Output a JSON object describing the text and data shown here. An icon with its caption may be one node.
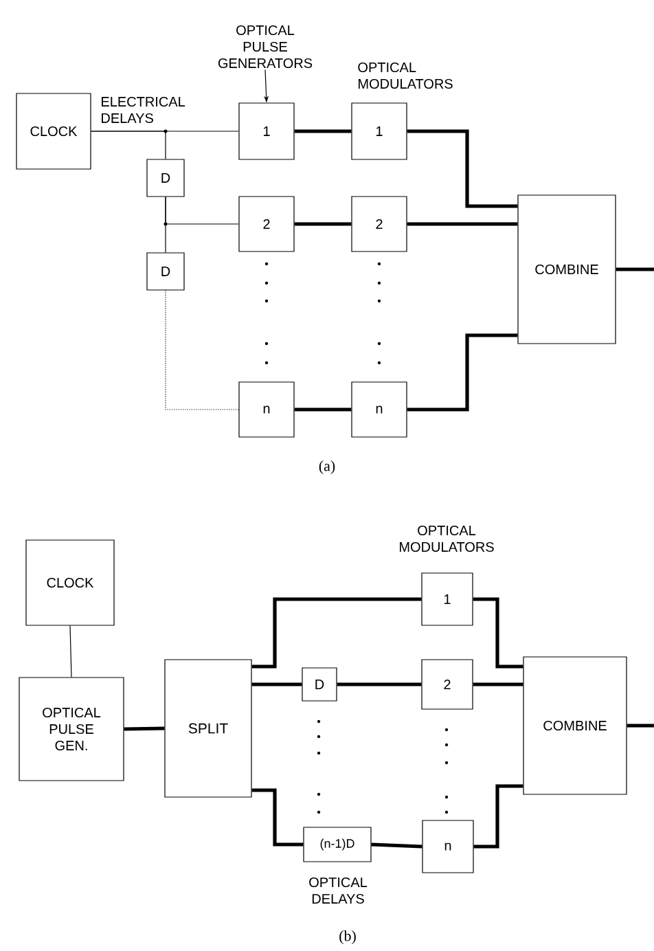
{
  "diagram": {
    "nodes": [
      {
        "text": [
          "OPTICAL PULSE GENERATORS"
        ]
      },
      {
        "text": [
          "CLOCK"
        ]
      },
      {
        "text": [
          "D"
        ]
      },
      {
        "text": [
          "D"
        ]
      },
      {
        "text": [
          "1"
        ]
      },
      {
        "text": [
          "2"
        ]
      },
      {
        "text": [
          "n"
        ]
      },
      {
        "text": [
          "1"
        ]
      },
      {
        "text": [
          "2"
        ]
      },
      {
        "text": [
          "n"
        ]
      },
      {
        "text": [
          "COMBINE"
        ]
      },
      {
        "text": [
          "CLOCK"
        ]
      },
      {
        "text": [
          "OPTICAL PULSE GEN."
        ]
      },
      {
        "text": [
          "SPLIT"
        ]
      },
      {
        "text": [
          "1"
        ]
      },
      {
        "text": [
          "D"
        ]
      },
      {
        "text": [
          "2"
        ]
      },
      {
        "text": [
          "(n-1)D"
        ]
      },
      {
        "text": [
          "n"
        ]
      },
      {
        "text": [
          "COMBINE"
        ]
      }
    ],
    "edges": [
      {
        "from": 0,
        "to": 4,
        "arrow": "to"
      },
      {
        "from": 1,
        "to": 4,
        "arrow": "none"
      },
      {
        "from": 1,
        "to": 2,
        "arrow": "none"
      },
      {
        "from": 2,
        "to": 5,
        "arrow": "none"
      },
      {
        "from": 2,
        "to": 3,
        "arrow": "none"
      },
      {
        "from": 3,
        "to": 6,
        "arrow": "none",
        "style": "dashed"
      },
      {
        "from": 4,
        "to": 7,
        "arrow": "none"
      },
      {
        "from": 5,
        "to": 8,
        "arrow": "none"
      },
      {
        "from": 6,
        "to": 9,
        "arrow": "none"
      },
      {
        "from": 7,
        "to": 10,
        "arrow": "none"
      },
      {
        "from": 8,
        "to": 10,
        "arrow": "none"
      },
      {
        "from": 9,
        "to": 10,
        "arrow": "none"
      },
      {
        "from": 10,
        "to": null,
        "arrow": "none"
      },
      {
        "from": 11,
        "to": 12,
        "arrow": "none"
      },
      {
        "from": 12,
        "to": 13,
        "arrow": "none"
      },
      {
        "from": 13,
        "to": 14,
        "arrow": "none"
      },
      {
        "from": 13,
        "to": 15,
        "arrow": "none"
      },
      {
        "from": 15,
        "to": 16,
        "arrow": "none"
      },
      {
        "from": 13,
        "to": 17,
        "arrow": "none"
      },
      {
        "from": 17,
        "to": 18,
        "arrow": "none"
      },
      {
        "from": 14,
        "to": 19,
        "arrow": "none"
      },
      {
        "from": 16,
        "to": 19,
        "arrow": "none"
      },
      {
        "from": 18,
        "to": 19,
        "arrow": "none"
      },
      {
        "from": 19,
        "to": null,
        "arrow": "none"
      }
    ],
    "labels": [
      "ELECTRICAL DELAYS",
      "OPTICAL MODULATORS",
      "(a)",
      "OPTICAL MODULATORS",
      "OPTICAL DELAYS",
      "(b)"
    ]
  }
}
